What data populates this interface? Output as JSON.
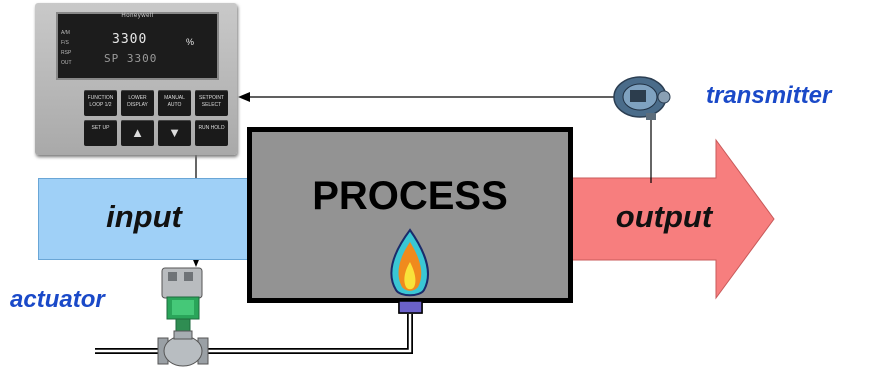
{
  "labels": {
    "process": "PROCESS",
    "input": "input",
    "output": "output",
    "transmitter": "transmitter",
    "actuator": "actuator"
  },
  "controller": {
    "brand": "Honeywell",
    "pv": "3300",
    "pv_unit": "%",
    "sp": "SP 3300",
    "indicators": [
      "A/M",
      "F/S",
      "RSP",
      "OUT"
    ],
    "keys": [
      "FUNCTION LOOP 1/2",
      "LOWER DISPLAY",
      "MANUAL AUTO",
      "SETPOINT SELECT",
      "SET UP",
      "▲",
      "▼",
      "RUN HOLD"
    ]
  },
  "colors": {
    "input_fill": "#9fd0f7",
    "output_fill": "#f77e7e",
    "process_fill": "#939393",
    "label_blue": "#1a49c8",
    "valve_green": "#2aa55a"
  }
}
